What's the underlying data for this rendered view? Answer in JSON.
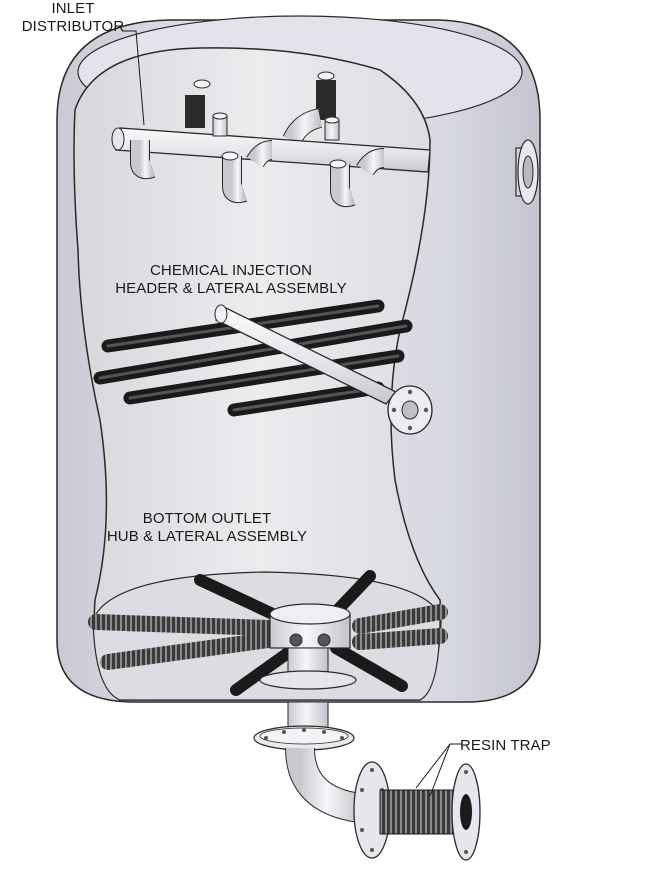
{
  "labels": {
    "inlet": [
      "INLET",
      "DISTRIBUTOR"
    ],
    "chemical": [
      "CHEMICAL INJECTION",
      "HEADER & LATERAL ASSEMBLY"
    ],
    "bottom": [
      "BOTTOM OUTLET",
      "HUB & LATERAL ASSEMBLY"
    ],
    "resin_trap": "RESIN TRAP"
  },
  "colors": {
    "shell": "#dcdde6",
    "shell_shade": "#c6c7d0",
    "interior": "#e9e9ec",
    "pipe": "#ececf0",
    "lateral": "#1c1c1c",
    "outline": "#2a2a2a"
  }
}
